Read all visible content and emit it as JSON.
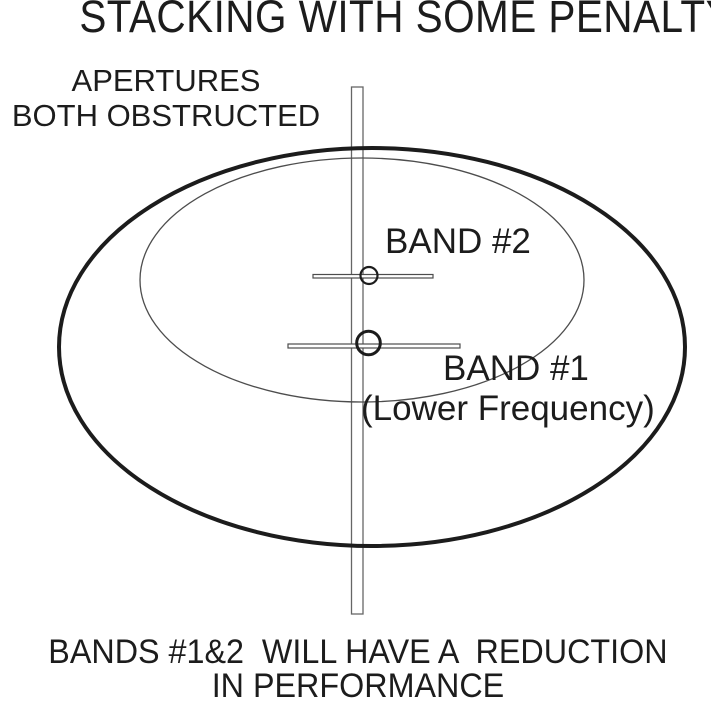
{
  "title": "STACKING WITH SOME PENALTY",
  "aperture_note": {
    "line1": "APERTURES",
    "line2": "BOTH OBSTRUCTED"
  },
  "labels": {
    "band2": "BAND #2",
    "band1": "BAND #1",
    "band1_sub": "(Lower Frequency)"
  },
  "footer": {
    "line1": "BANDS #1&2  WILL HAVE A  REDUCTION",
    "line2": "IN PERFORMANCE"
  },
  "colors": {
    "ink": "#1c1c1c",
    "thin_line": "#4d4d4d",
    "structure_line": "#666666",
    "background": "#ffffff"
  }
}
